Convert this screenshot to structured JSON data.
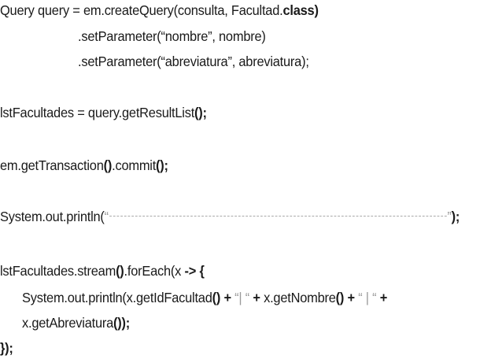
{
  "code": {
    "line1": {
      "a": "Query query = em.createQuery(consulta, Facultad.",
      "kw": "class",
      "c": ")"
    },
    "line2": ".setParameter(“nombre”, nombre)",
    "line3": ".setParameter(“abreviatura”, abreviatura);",
    "line4": {
      "a": "lstFacultades = query.getResultList",
      "b": "();"
    },
    "line5": {
      "a": "em.getTransaction",
      "b": "()",
      "c": ".commit",
      "d": "();"
    },
    "line6": {
      "a": "System.out.println(",
      "oq": "“",
      "cq": "”",
      "end": ");"
    },
    "line7": {
      "a": "lstFacultades.stream",
      "b": "()",
      "c": ".forEach(x ",
      "d": "-> {"
    },
    "line8": {
      "a": "System.out.println(x.getIdFacultad",
      "b": "() +",
      "c": " “| “ ",
      "d": "+",
      "e": " x.getNombre",
      "f": "() +",
      "g": " “ | “ ",
      "h": "+"
    },
    "line9": {
      "a": "x.getAbreviatura",
      "b": "());"
    },
    "line10": "});"
  }
}
